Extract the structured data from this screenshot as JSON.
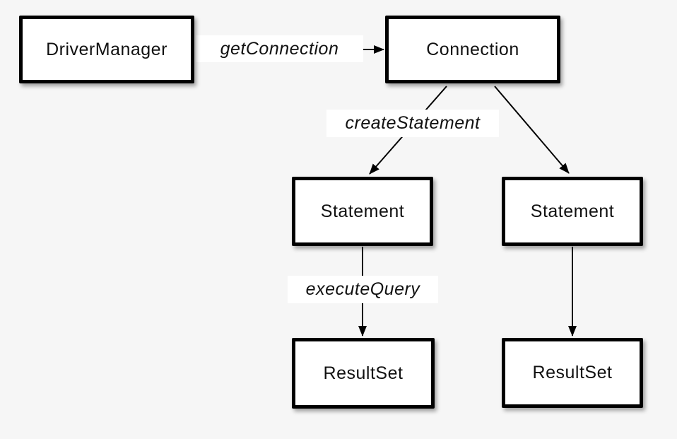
{
  "diagram": {
    "nodes": {
      "driver_manager": {
        "label": "DriverManager"
      },
      "connection": {
        "label": "Connection"
      },
      "statement_left": {
        "label": "Statement"
      },
      "statement_right": {
        "label": "Statement"
      },
      "resultset_left": {
        "label": "ResultSet"
      },
      "resultset_right": {
        "label": "ResultSet"
      }
    },
    "edges": {
      "get_connection": {
        "label": "getConnection"
      },
      "create_statement": {
        "label": "createStatement"
      },
      "execute_query": {
        "label": "executeQuery"
      }
    },
    "colors": {
      "background": "#f6f6f6",
      "node_fill": "#ffffff",
      "node_border": "#000000",
      "line": "#000000",
      "label_background": "#ffffff"
    }
  }
}
